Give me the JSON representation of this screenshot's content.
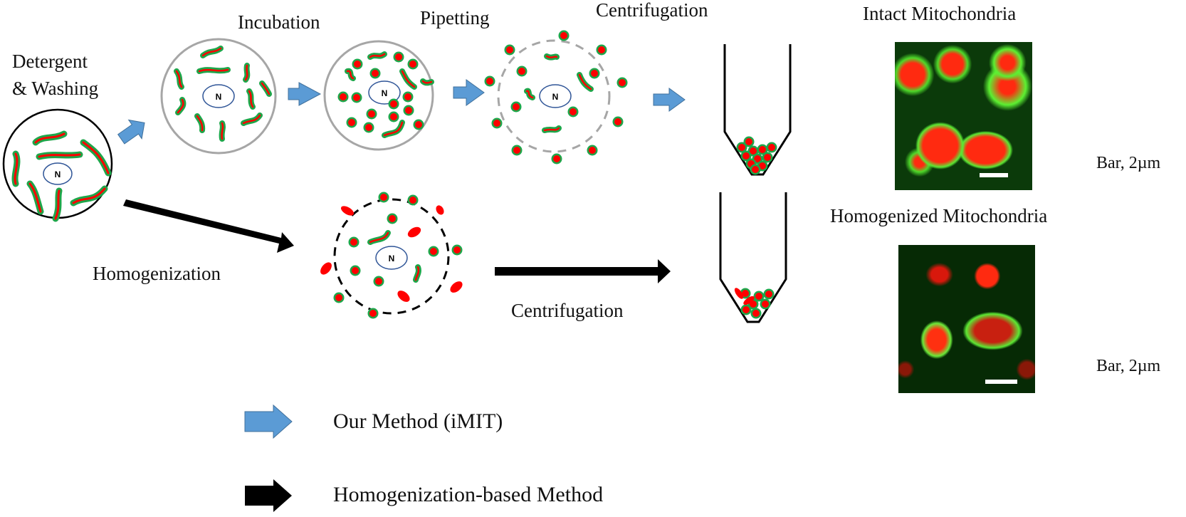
{
  "labels": {
    "detergent_line1": "Detergent",
    "detergent_line2": "& Washing",
    "incubation": "Incubation",
    "pipetting": "Pipetting",
    "centrifugation_top": "Centrifugation",
    "homogenization": "Homogenization",
    "centrifugation_bottom": "Centrifugation",
    "nucleus": "N",
    "intact_title": "Intact Mitochondria",
    "homogenized_title": "Homogenized Mitochondria",
    "scale_intact": "Bar, 2µm",
    "scale_homogenized": "Bar, 2µm"
  },
  "legend": [
    {
      "label": "Our Method (iMIT)",
      "arrow_color": "#5b9bd5"
    },
    {
      "label": "Homogenization-based Method",
      "arrow_color": "#000000"
    }
  ],
  "colors": {
    "blue_arrow": "#5b9bd5",
    "blue_arrow_border": "#41719c",
    "mito_membrane": "#1ea64a",
    "mito_matrix": "#ff0000",
    "nucleus_outline": "#2f5597",
    "cell_gray": "#a6a6a6",
    "black": "#000000"
  }
}
